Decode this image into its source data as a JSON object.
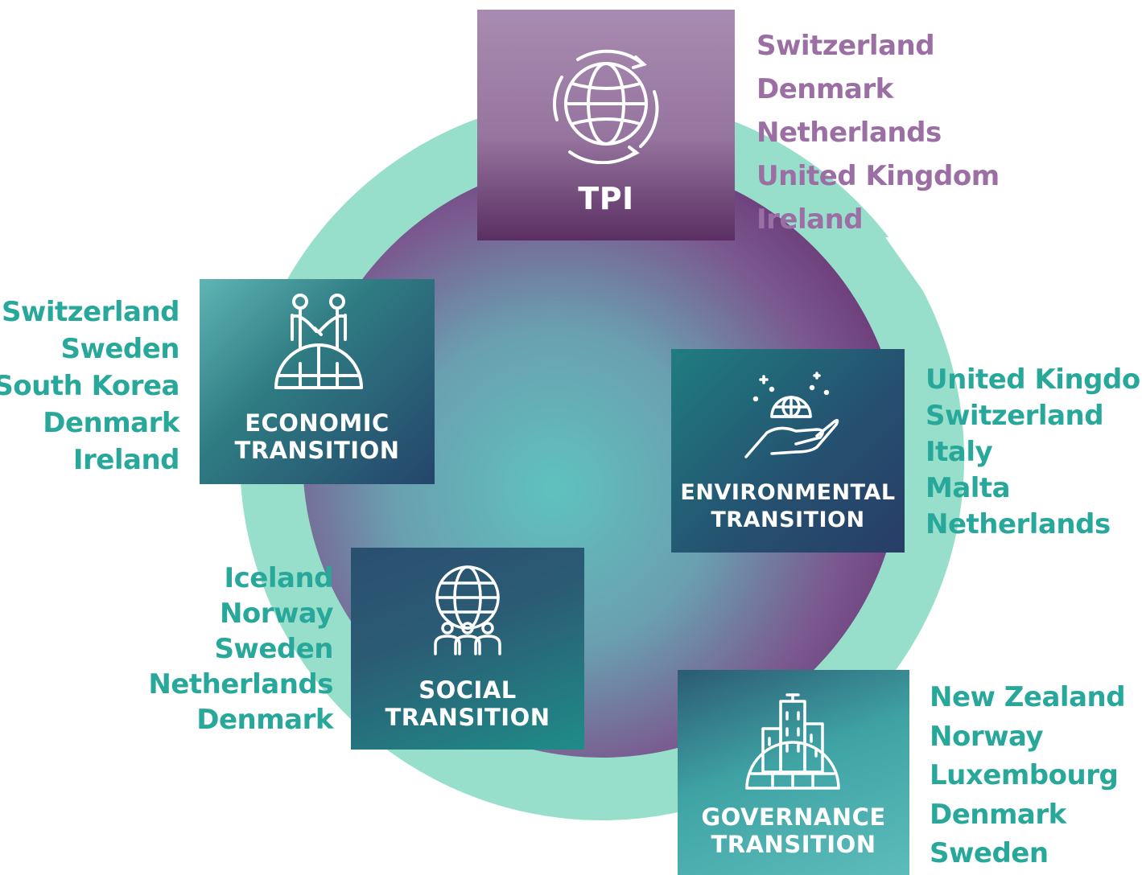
{
  "colors": {
    "teal_ring": "#98dfcb",
    "purple": "#9b6fa3",
    "teal_text": "#28a89a",
    "center_teal": "#5bbfbd",
    "center_purple": "#7a4e8a"
  },
  "tpi": {
    "label": "TPI",
    "icon": "rotating-globe-icon",
    "countries": [
      "Switzerland",
      "Denmark",
      "Netherlands",
      "United Kingdom",
      "Ireland"
    ]
  },
  "economic": {
    "label_line1": "ECONOMIC",
    "label_line2": "TRANSITION",
    "icon": "handshake-globe-icon",
    "countries": [
      "Switzerland",
      "Sweden",
      "South Korea",
      "Denmark",
      "Ireland"
    ]
  },
  "environmental": {
    "label_line1": "ENVIRONMENTAL",
    "label_line2": "TRANSITION",
    "icon": "hand-holding-globe-icon",
    "countries": [
      "United Kingdom",
      "Switzerland",
      "Italy",
      "Malta",
      "Netherlands"
    ]
  },
  "social": {
    "label_line1": "SOCIAL",
    "label_line2": "TRANSITION",
    "icon": "globe-people-icon",
    "countries": [
      "Iceland",
      "Norway",
      "Sweden",
      "Netherlands",
      "Denmark"
    ]
  },
  "governance": {
    "label_line1": "GOVERNANCE",
    "label_line2": "TRANSITION",
    "icon": "city-buildings-icon",
    "countries": [
      "New Zealand",
      "Norway",
      "Luxembourg",
      "Denmark",
      "Sweden"
    ]
  }
}
